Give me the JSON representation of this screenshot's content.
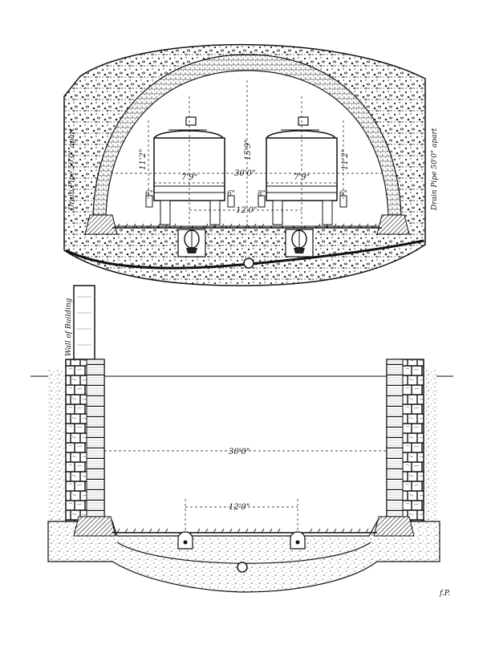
{
  "upper_section": {
    "dim_overall_width": "30'0\"",
    "dim_vertical_clearance": "15'9\"",
    "dim_car_width_left": "7'9\"",
    "dim_car_width_right": "7'9\"",
    "dim_car_height_left": "11'2\"",
    "dim_car_height_right": "11'2\"",
    "dim_track_spacing": "12'0\"",
    "dim_side_left_a": "6\"",
    "dim_side_left_b": "6\"",
    "dim_side_right_a": "8\"",
    "dim_side_right_b": "6\"",
    "label_drain_left": "Drain Pipe 50'0\" apart",
    "label_drain_right": "Drain Pipe 50'0\" apart"
  },
  "lower_section": {
    "label_wall": "Wall of Building",
    "dim_overall_width": "30'0\"",
    "dim_track_spacing": "12'0\""
  },
  "signature": "f.P."
}
